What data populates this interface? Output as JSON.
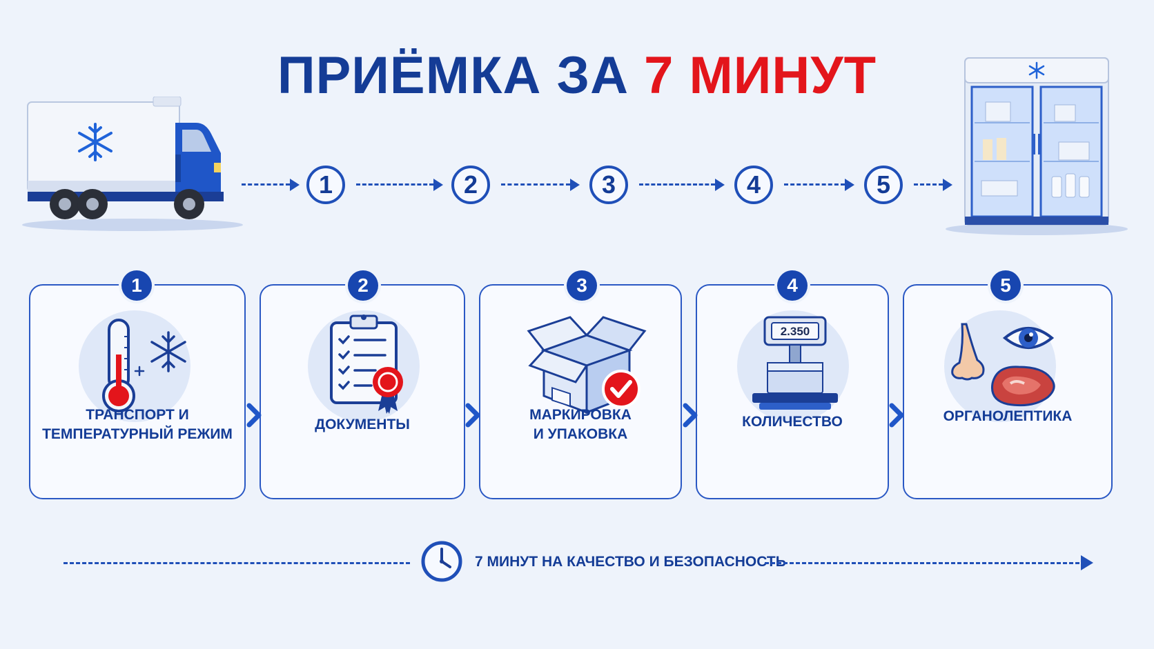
{
  "title": {
    "part1": "ПРИЁМКА ЗА",
    "part2": "7 МИНУТ"
  },
  "colors": {
    "primary": "#143c96",
    "accent": "#e3151b",
    "line": "#1f4fb8",
    "background": "#eef3fb"
  },
  "flow": {
    "start_icon": "refrigerated-truck-icon",
    "end_icon": "refrigerated-display-case-icon",
    "steps": [
      "1",
      "2",
      "3",
      "4",
      "5"
    ]
  },
  "cards": [
    {
      "number": "1",
      "label": "ТРАНСПОРТ И\nТЕМПЕРАТУРНЫЙ РЕЖИМ",
      "icon": "thermometer-snowflake-icon"
    },
    {
      "number": "2",
      "label": "ДОКУМЕНТЫ",
      "icon": "clipboard-checklist-icon"
    },
    {
      "number": "3",
      "label": "МАРКИРОВКА\nИ УПАКОВКА",
      "icon": "open-box-check-icon"
    },
    {
      "number": "4",
      "label": "КОЛИЧЕСТВО",
      "icon": "weighing-scale-icon",
      "scale_reading": "2.350"
    },
    {
      "number": "5",
      "label": "ОРГАНОЛЕПТИКА",
      "icon": "nose-eye-meat-icon"
    }
  ],
  "footer": {
    "text": "7 МИНУТ НА КАЧЕСТВО И БЕЗОПАСНОСТЬ",
    "icon": "clock-icon"
  }
}
